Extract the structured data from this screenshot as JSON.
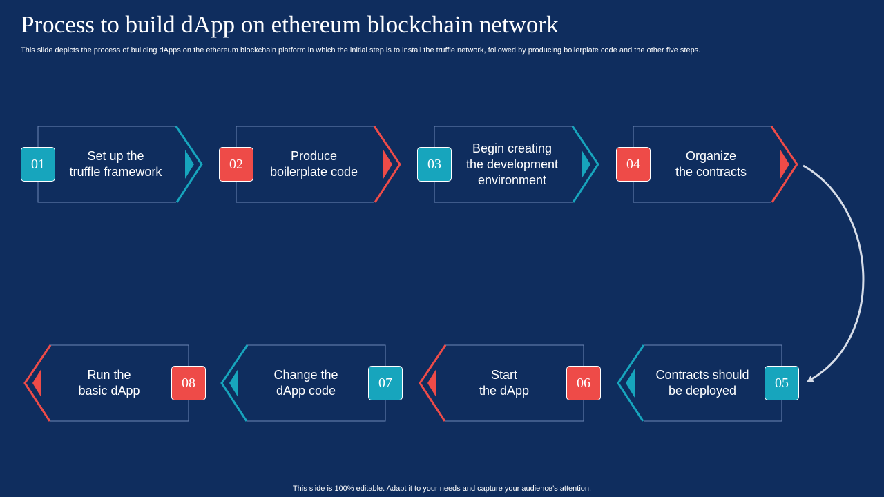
{
  "title": "Process to build dApp on ethereum blockchain network",
  "subtitle": "This slide depicts the process of building dApps on the ethereum blockchain platform in which the initial step is to install the truffle network, followed by producing boilerplate code and the other five  steps.",
  "footer": "This slide is 100% editable. Adapt it to your needs and capture your audience’s attention.",
  "colors": {
    "background": "#0f2d5e",
    "teal": "#17a5bd",
    "red": "#ee4b48",
    "box_border": "#6d86b5",
    "arrow": "#d7dde8"
  },
  "steps": [
    {
      "number": "01",
      "lines": [
        "Set up the",
        "truffle framework"
      ],
      "color": "teal"
    },
    {
      "number": "02",
      "lines": [
        "Produce",
        "boilerplate code"
      ],
      "color": "red"
    },
    {
      "number": "03",
      "lines": [
        "Begin creating",
        "the development",
        "environment"
      ],
      "color": "teal"
    },
    {
      "number": "04",
      "lines": [
        "Organize",
        "the contracts"
      ],
      "color": "red"
    },
    {
      "number": "05",
      "lines": [
        "Contracts should",
        "be deployed"
      ],
      "color": "teal"
    },
    {
      "number": "06",
      "lines": [
        "Start",
        "the dApp"
      ],
      "color": "red"
    },
    {
      "number": "07",
      "lines": [
        "Change the",
        "dApp code"
      ],
      "color": "teal"
    },
    {
      "number": "08",
      "lines": [
        "Run the",
        "basic dApp"
      ],
      "color": "red"
    }
  ]
}
